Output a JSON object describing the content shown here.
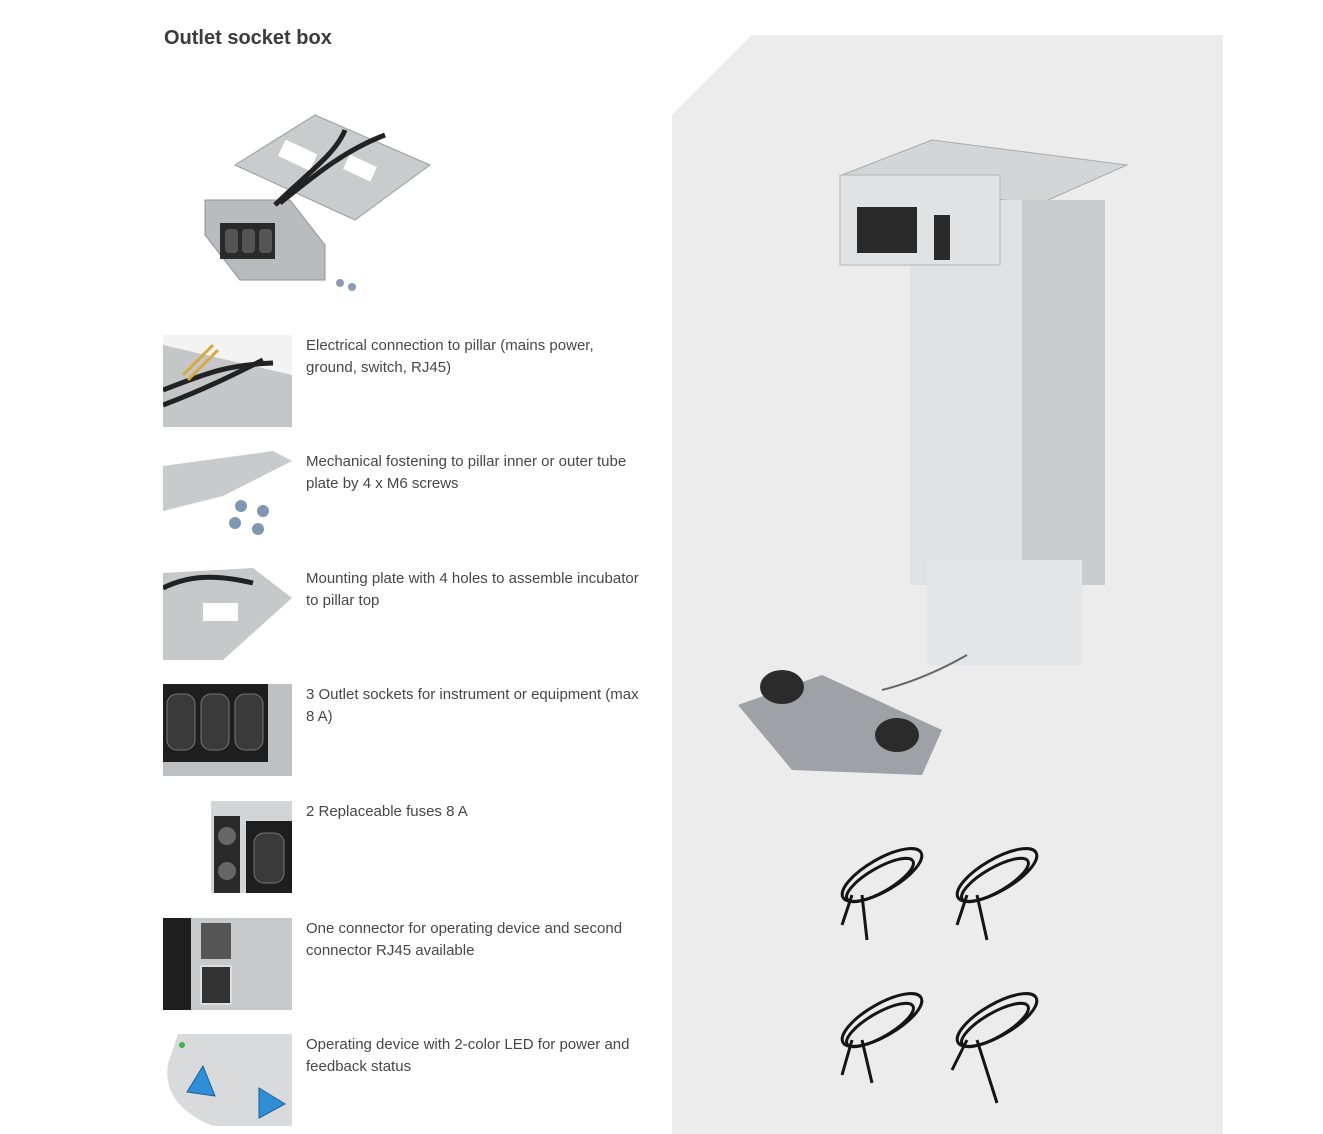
{
  "title": "Outlet socket box",
  "features": [
    {
      "text": "Electrical connection to pillar (mains power, ground, switch, RJ45)"
    },
    {
      "text": "Mechanical fostening to pillar inner or outer tube plate by 4 x M6 screws"
    },
    {
      "text": "Mounting plate with 4 holes to assemble incubator to pillar top"
    },
    {
      "text": "3 Outlet sockets for instrument or equipment (max 8 A)"
    },
    {
      "text": "2 Replaceable fuses 8 A"
    },
    {
      "text": "One connector for operating device and second connector RJ45 available"
    },
    {
      "text": "Operating device with 2-color LED for power and feedback status"
    }
  ],
  "colors": {
    "panel": "#ececec",
    "led": "#3cb54a",
    "arrow": "#2f8fd6"
  }
}
